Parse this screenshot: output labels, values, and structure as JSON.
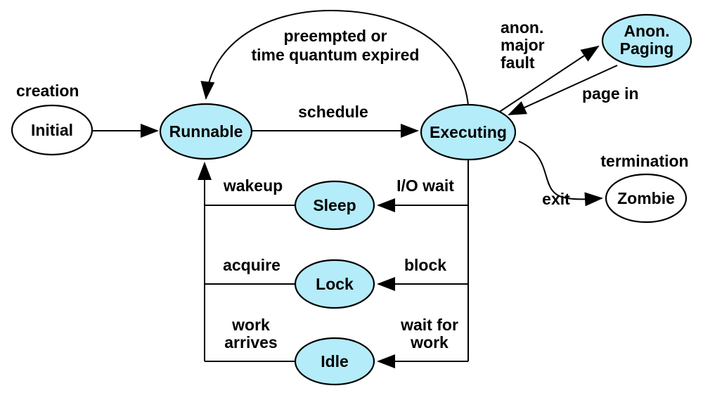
{
  "colors": {
    "state_fill": "#b4ecf9",
    "state_fill_plain": "#ffffff",
    "stroke": "#000000",
    "background": "#ffffff"
  },
  "states": {
    "initial": {
      "label": "Initial"
    },
    "runnable": {
      "label": "Runnable"
    },
    "executing": {
      "label": "Executing"
    },
    "anon_paging": {
      "line1": "Anon.",
      "line2": "Paging"
    },
    "zombie": {
      "label": "Zombie"
    },
    "sleep": {
      "label": "Sleep"
    },
    "lock": {
      "label": "Lock"
    },
    "idle": {
      "label": "Idle"
    }
  },
  "transitions": {
    "creation": {
      "label": "creation"
    },
    "schedule": {
      "label": "schedule"
    },
    "preempted": {
      "line1": "preempted or",
      "line2": "time quantum expired"
    },
    "anon_major_fault": {
      "line1": "anon.",
      "line2": "major",
      "line3": "fault"
    },
    "page_in": {
      "label": "page in"
    },
    "exit": {
      "label": "exit"
    },
    "termination": {
      "label": "termination"
    },
    "wakeup": {
      "label": "wakeup"
    },
    "io_wait": {
      "label": "I/O wait"
    },
    "acquire": {
      "label": "acquire"
    },
    "block": {
      "label": "block"
    },
    "work_arrives": {
      "line1": "work",
      "line2": "arrives"
    },
    "wait_for_work": {
      "line1": "wait for",
      "line2": "work"
    }
  }
}
